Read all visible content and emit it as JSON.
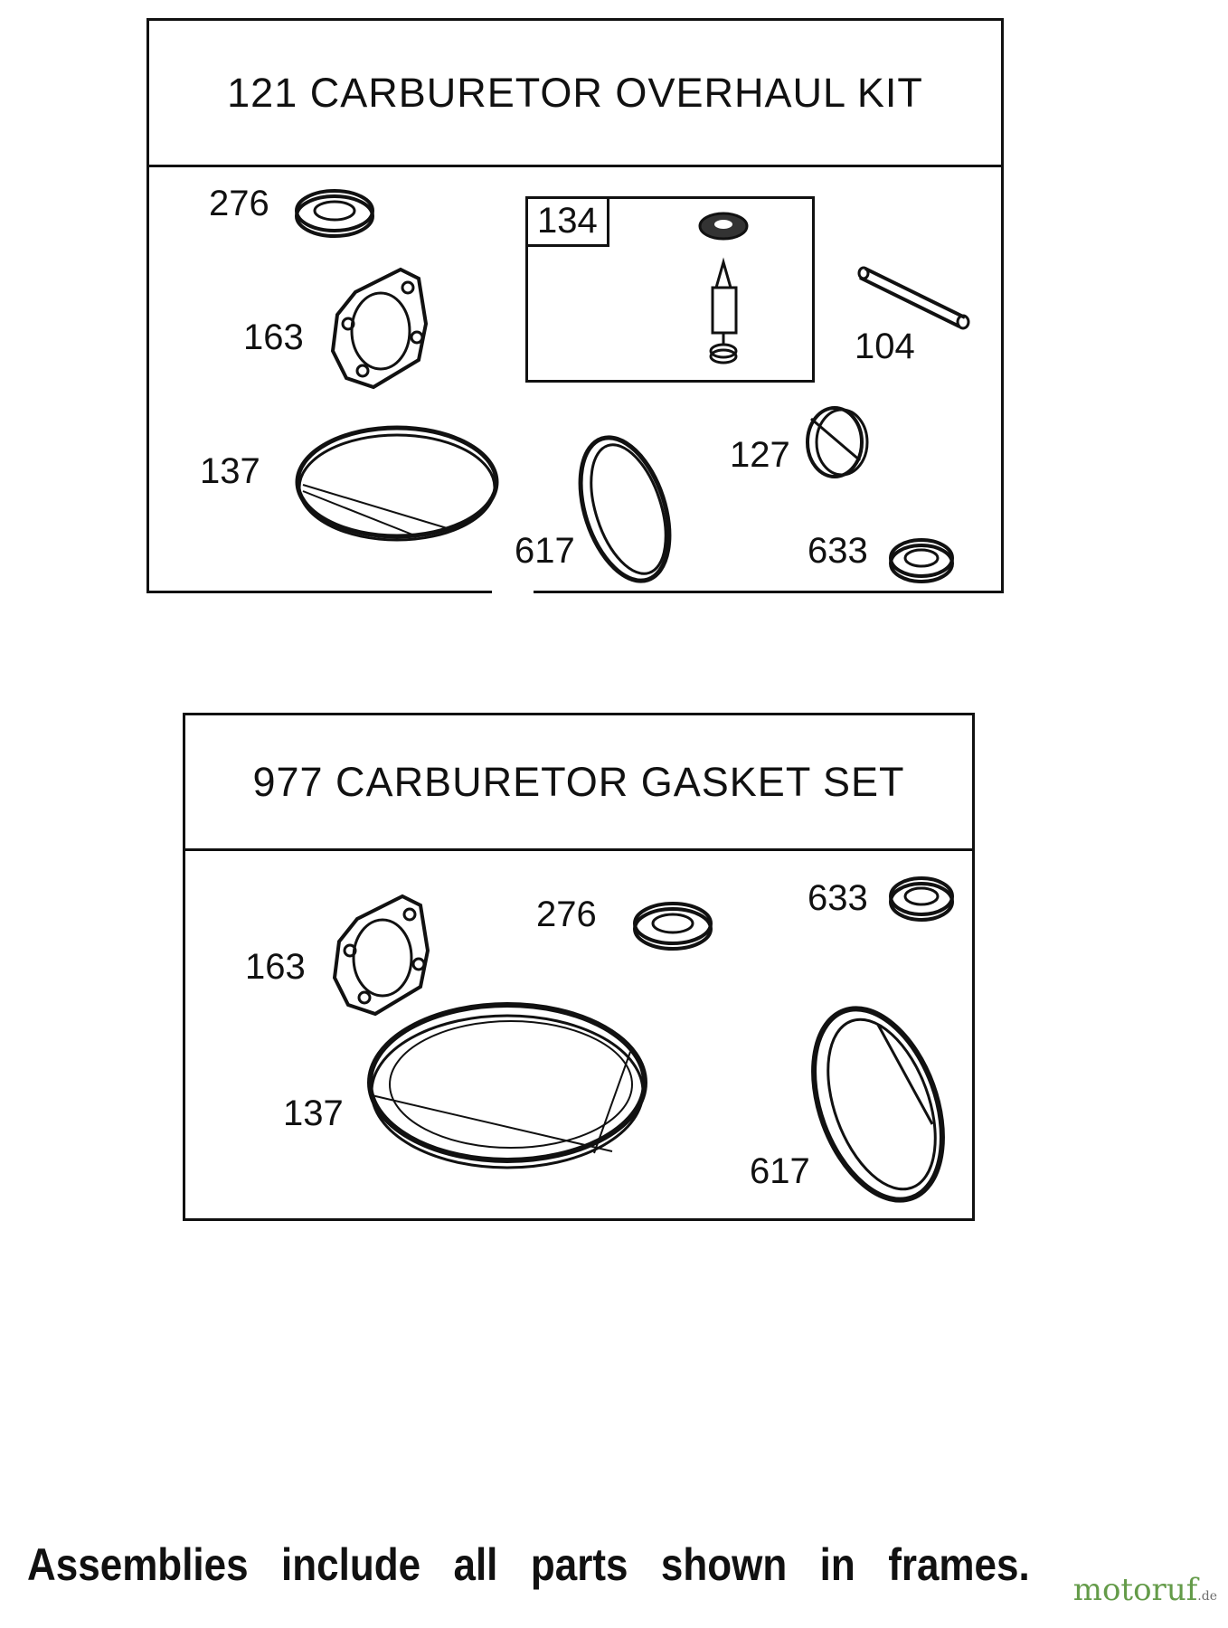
{
  "kits": [
    {
      "title": "121 CARBURETOR OVERHAUL KIT",
      "parts": [
        "276",
        "163",
        "134",
        "104",
        "137",
        "127",
        "617",
        "633"
      ]
    },
    {
      "title": "977 CARBURETOR GASKET SET",
      "parts": [
        "163",
        "276",
        "633",
        "137",
        "617"
      ]
    }
  ],
  "footer": {
    "words": [
      "Assemblies",
      "include",
      "all",
      "parts",
      "shown",
      "in",
      "frames."
    ]
  },
  "watermark": {
    "text": "motoruf",
    "tld": ".de"
  }
}
